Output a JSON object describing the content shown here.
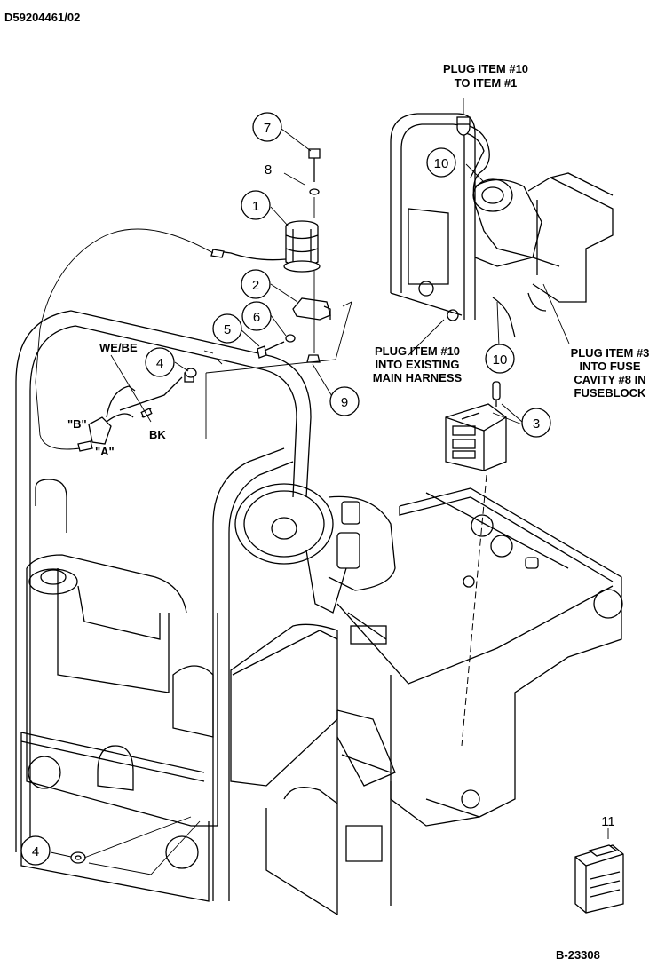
{
  "header": {
    "doc_code": "D59204461/02",
    "figure_code": "B-23308"
  },
  "callouts": {
    "c1": "1",
    "c2": "2",
    "c3": "3",
    "c4a": "4",
    "c4b": "4",
    "c5": "5",
    "c6": "6",
    "c7": "7",
    "c8": "8",
    "c9": "9",
    "c10a": "10",
    "c10b": "10",
    "c11": "11"
  },
  "notes": {
    "plug10_l1": "PLUG ITEM #10",
    "plug10_l2": "TO ITEM #1",
    "plug10b_l1": "PLUG ITEM #10",
    "plug10b_l2": "INTO EXISTING",
    "plug10b_l3": "MAIN HARNESS",
    "plug3_l1": "PLUG ITEM #3",
    "plug3_l2": "INTO FUSE",
    "plug3_l3": "CAVITY #8 IN",
    "plug3_l4": "FUSEBLOCK"
  },
  "wires": {
    "webe": "WE/BE",
    "bk": "BK",
    "b": "\"B\"",
    "a": "\"A\""
  }
}
